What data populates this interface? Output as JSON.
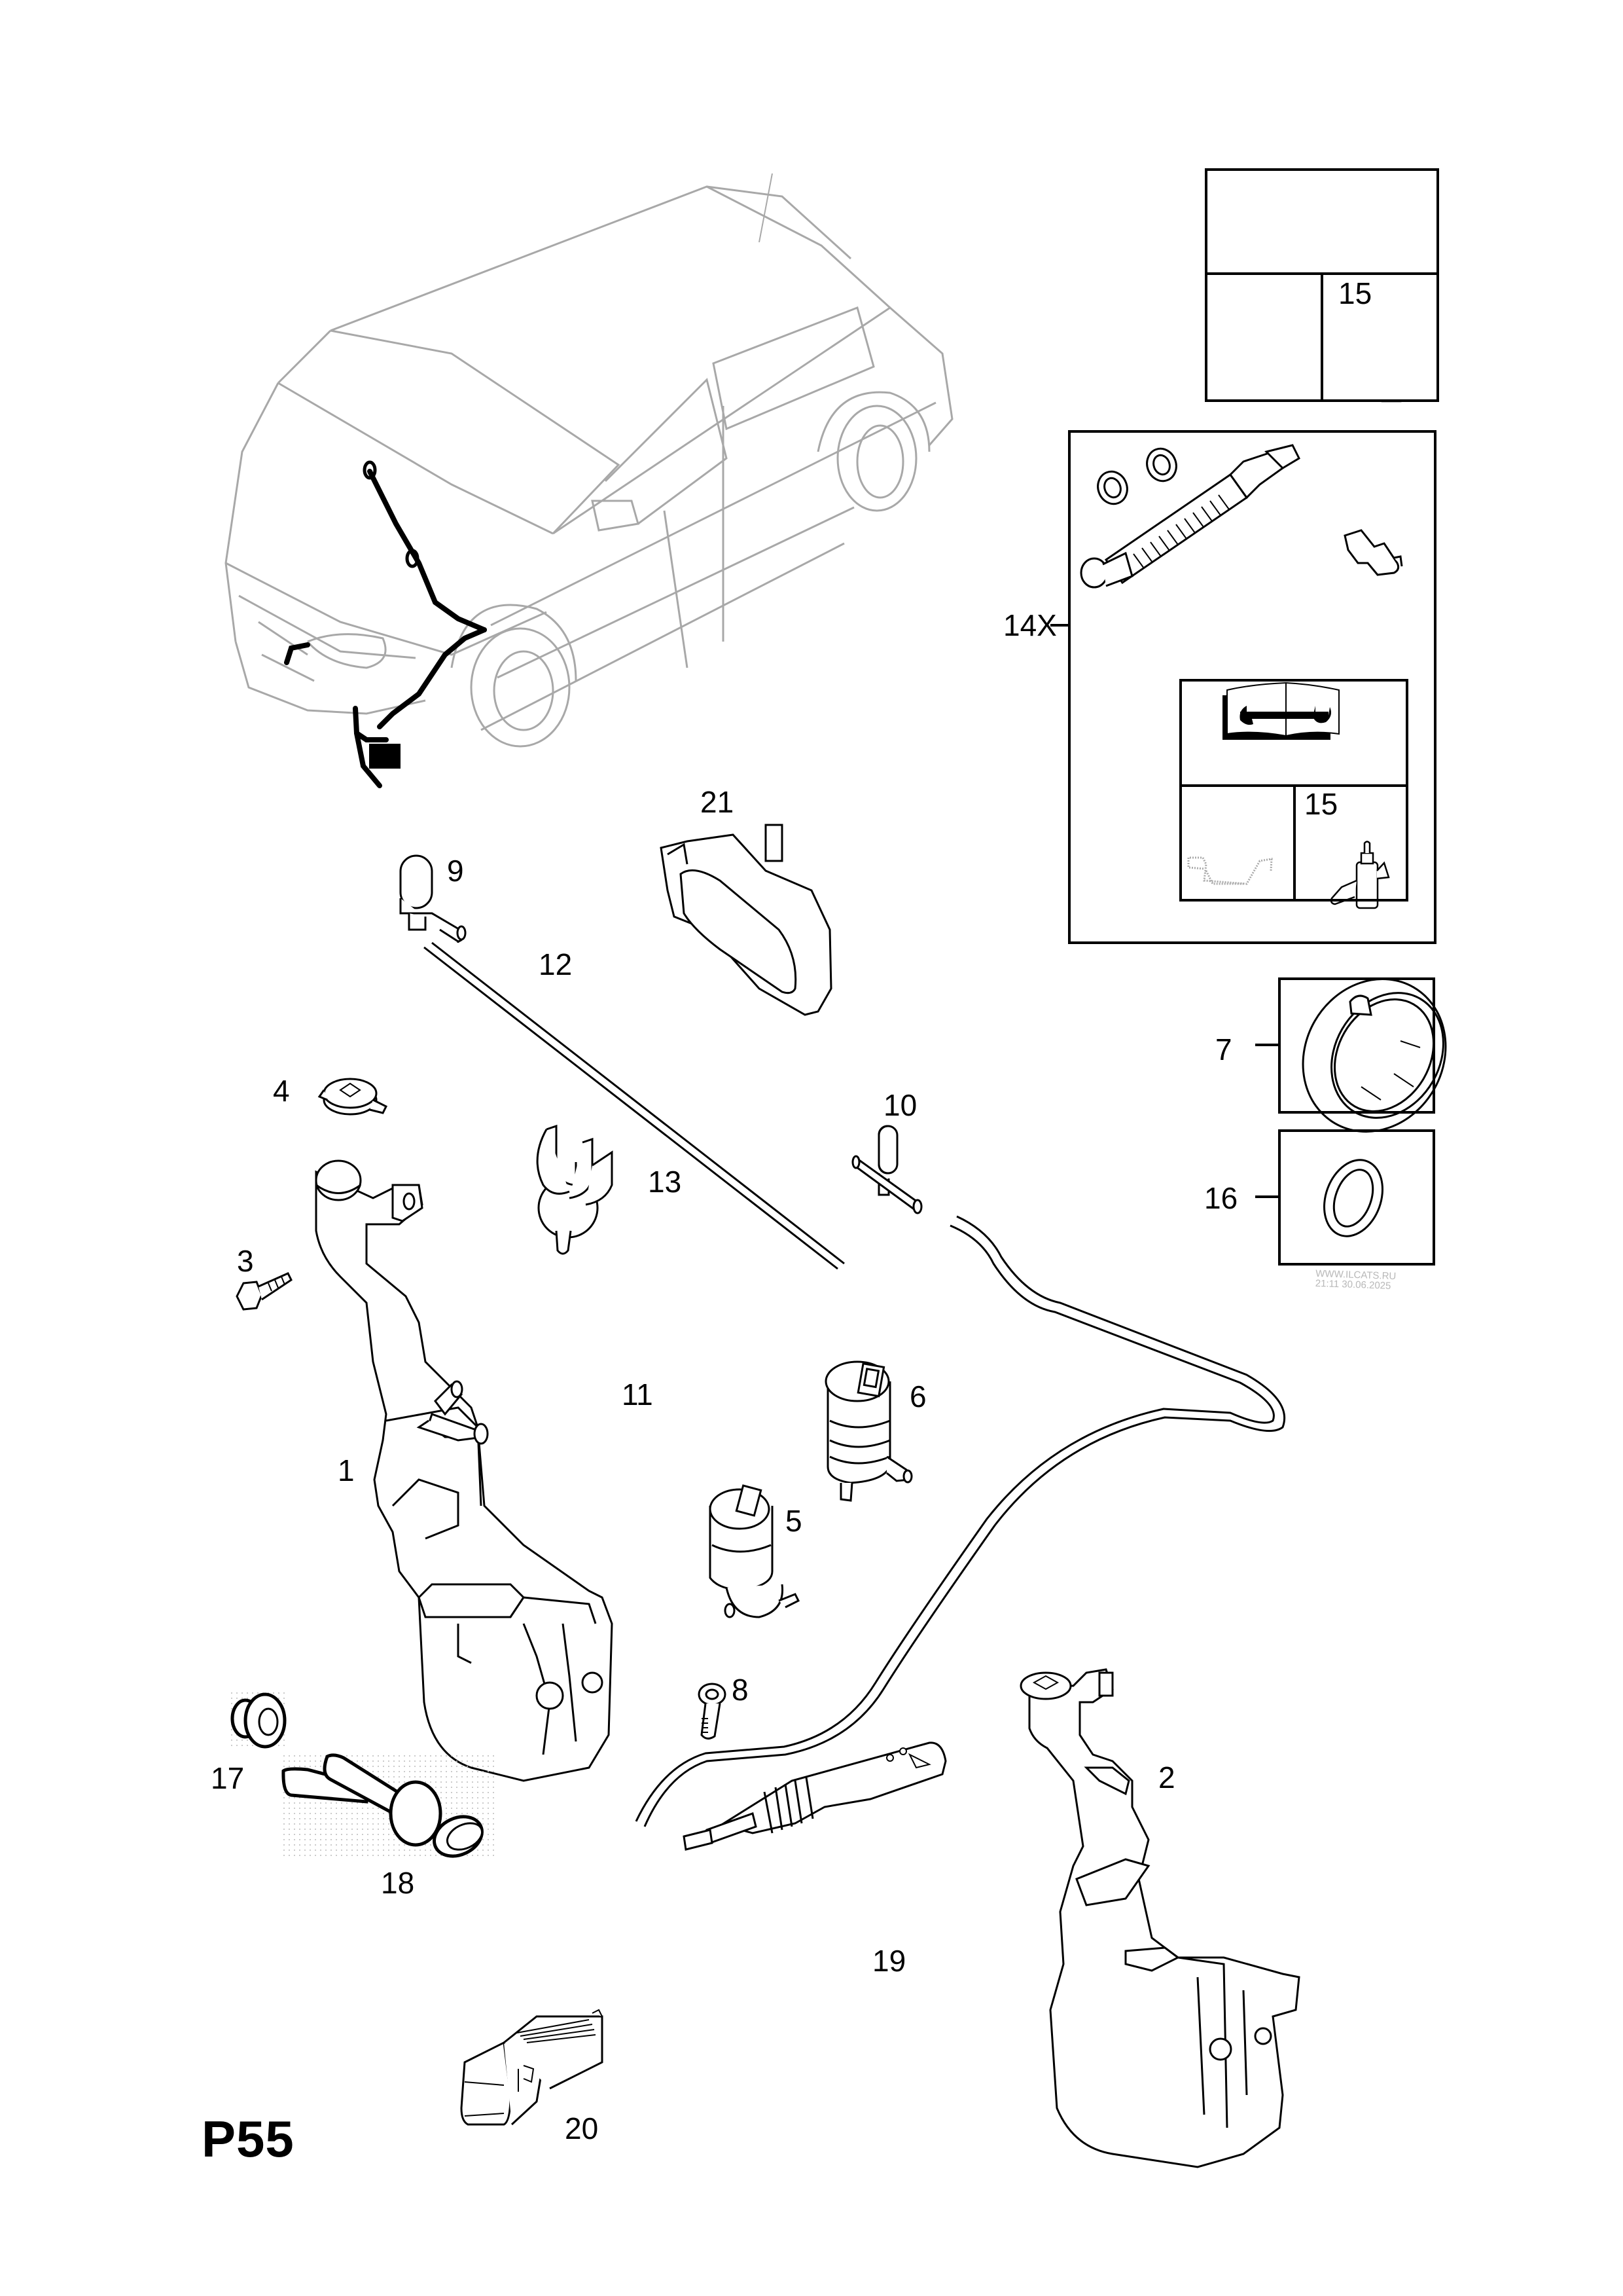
{
  "diagram": {
    "page_code": "P55",
    "watermark": {
      "site": "WWW.ILCATS.RU",
      "timestamp": "21:11 30.06.2025"
    },
    "overview_vehicle": {
      "description": "Hatchback car outline with washer hose routing highlighted",
      "icon": "car-overview-illustration"
    },
    "callouts": [
      {
        "id": "1",
        "part": "washer-fluid-reservoir"
      },
      {
        "id": "2",
        "part": "washer-fluid-reservoir-alt"
      },
      {
        "id": "3",
        "part": "self-tapping-screw"
      },
      {
        "id": "4",
        "part": "reservoir-filler-cap"
      },
      {
        "id": "5",
        "part": "washer-pump-front"
      },
      {
        "id": "6",
        "part": "washer-pump-rear"
      },
      {
        "id": "7",
        "part": "pump-retaining-ring"
      },
      {
        "id": "8",
        "part": "bolt"
      },
      {
        "id": "9",
        "part": "washer-jet-nozzle"
      },
      {
        "id": "10",
        "part": "washer-jet-nozzle-t-piece"
      },
      {
        "id": "11",
        "part": "hose-elbow-connector"
      },
      {
        "id": "12",
        "part": "washer-hose"
      },
      {
        "id": "13",
        "part": "hose-clip"
      },
      {
        "id": "14X",
        "part": "filler-neck-kit"
      },
      {
        "id": "15",
        "part": "lubricant-sealant"
      },
      {
        "id": "16",
        "part": "sealing-ring"
      },
      {
        "id": "17",
        "part": "grommet"
      },
      {
        "id": "18",
        "part": "level-sensor"
      },
      {
        "id": "19",
        "part": "wiper-switch-lever"
      },
      {
        "id": "20",
        "part": "wiper-switch-lever-alt"
      },
      {
        "id": "21",
        "part": "rain-sensor"
      }
    ],
    "labels": {
      "l1": "1",
      "l2": "2",
      "l3": "3",
      "l4": "4",
      "l5": "5",
      "l6": "6",
      "l7": "7",
      "l8": "8",
      "l9": "9",
      "l10": "10",
      "l11": "11",
      "l12": "12",
      "l13": "13",
      "l14x": "14X",
      "l15a": "15",
      "l15b": "15",
      "l16": "16",
      "l17": "17",
      "l18": "18",
      "l19": "19",
      "l20": "20",
      "l21": "21"
    },
    "info_boxes": [
      {
        "name": "manual-reference-box",
        "icons": [
          "repair-manual-wrench-icon",
          "oil-can-icon",
          "sealant-bottle-icon"
        ],
        "label": "15"
      },
      {
        "name": "kit-14x-box",
        "contents": [
          "sealing-rings",
          "corrugated-filler-neck",
          "retaining-clip",
          "repair-manual-wrench-icon",
          "oil-can-icon",
          "sealant-bottle-icon"
        ],
        "label": "15"
      },
      {
        "name": "part-7-box",
        "contents": [
          "retaining-ring"
        ]
      },
      {
        "name": "part-16-box",
        "contents": [
          "o-ring"
        ]
      }
    ]
  }
}
